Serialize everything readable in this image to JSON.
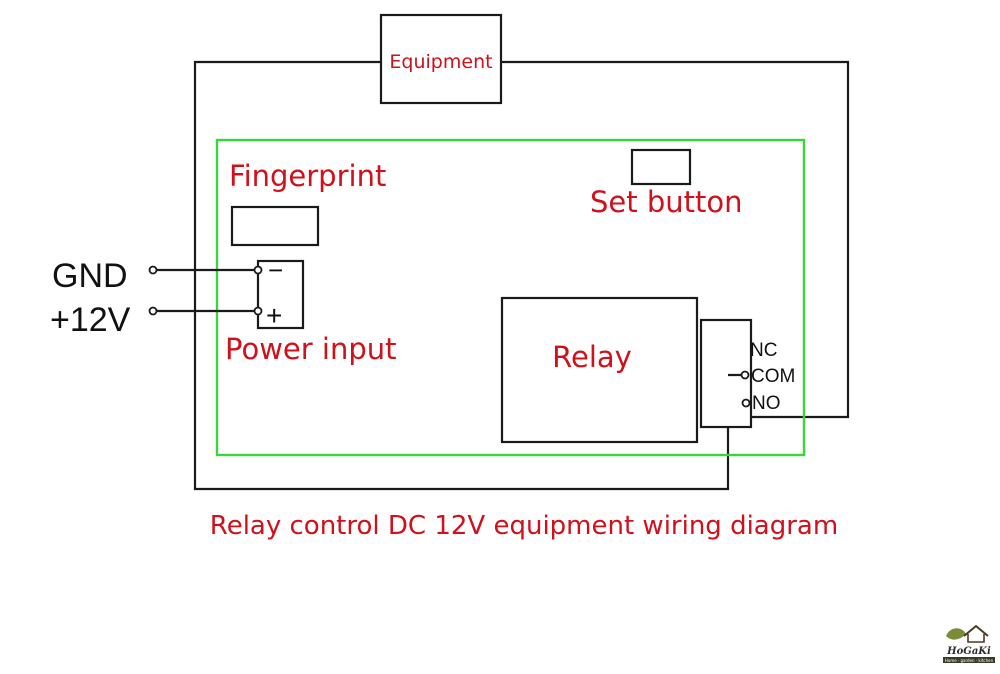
{
  "diagram": {
    "title": "Relay control DC 12V equipment wiring diagram",
    "equipment_label": "Equipment",
    "fingerprint_label": "Fingerprint",
    "set_button_label": "Set button",
    "power_input_label": "Power input",
    "relay_label": "Relay",
    "gnd_label": "GND",
    "v12_label": "+12V",
    "minus_sign": "−",
    "plus_sign": "+",
    "nc_label": "NC",
    "com_label": "COM",
    "no_label": "NO"
  },
  "colors": {
    "label_red": "#d0101a",
    "pcb_green": "#3cd43c",
    "wire_black": "#1a1a1a"
  },
  "watermark": {
    "brand": "HoGaKi",
    "tagline": "Home · garden · kitchen"
  }
}
